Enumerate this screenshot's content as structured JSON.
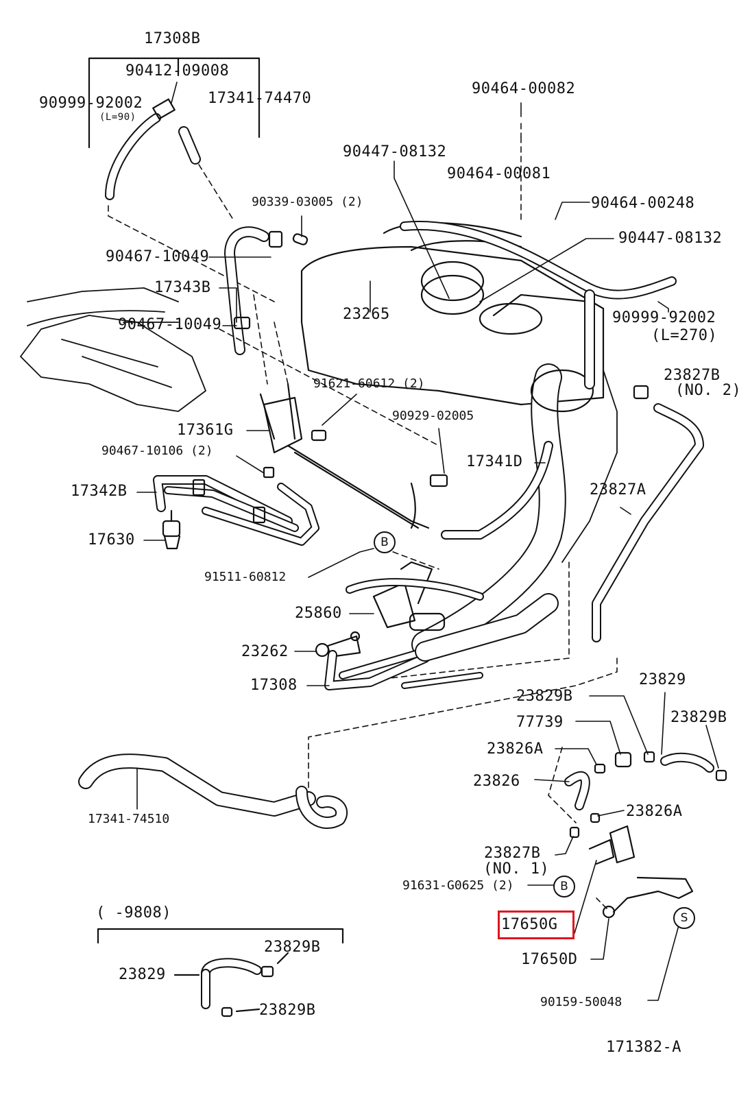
{
  "labels": {
    "p17308B": "17308B",
    "p90412_09008": "90412-09008",
    "p90999_92002_top": "90999-92002",
    "p_l90": "(L=90)",
    "p17341_74470": "17341-74470",
    "p90464_00082": "90464-00082",
    "p90447_08132_a": "90447-08132",
    "p90464_00081": "90464-00081",
    "p90339_03005": "90339-03005 (2)",
    "p90464_00248": "90464-00248",
    "p90447_08132_b": "90447-08132",
    "p90467_10049_a": "90467-10049",
    "p17343B": "17343B",
    "p23265": "23265",
    "p90999_92002_r": "90999-92002",
    "p_l270": "(L=270)",
    "p90467_10049_b": "90467-10049",
    "p23827B_no2": "23827B",
    "p_no2": "(NO. 2)",
    "p91621_60612": "91621-60612 (2)",
    "p90929_02005": "90929-02005",
    "p17361G": "17361G",
    "p90467_10106": "90467-10106 (2)",
    "p17341D": "17341D",
    "p17342B": "17342B",
    "p23827A": "23827A",
    "p17630": "17630",
    "p91511_60812": "91511-60812",
    "p25860": "25860",
    "p23262": "23262",
    "p17308": "17308",
    "p23829": "23829",
    "p23829B_a": "23829B",
    "p23829B_b": "23829B",
    "p77739": "77739",
    "p23826A_a": "23826A",
    "p23826": "23826",
    "p17341_74510": "17341-74510",
    "p23826A_b": "23826A",
    "p23827B_no1": "23827B",
    "p_no1": "(NO. 1)",
    "p91631_G0625": "91631-G0625 (2)",
    "p17650G": "17650G",
    "p17650D": "17650D",
    "p90159_50048": "90159-50048",
    "p_9808": "(      -9808)",
    "p23829B_c": "23829B",
    "p23829_b": "23829",
    "p23829B_d": "23829B",
    "p171382A": "171382-A"
  },
  "callouts": {
    "b1": "B",
    "b2": "B",
    "s1": "S"
  },
  "highlight": {
    "part": "17650G",
    "color": "#e0141e"
  }
}
